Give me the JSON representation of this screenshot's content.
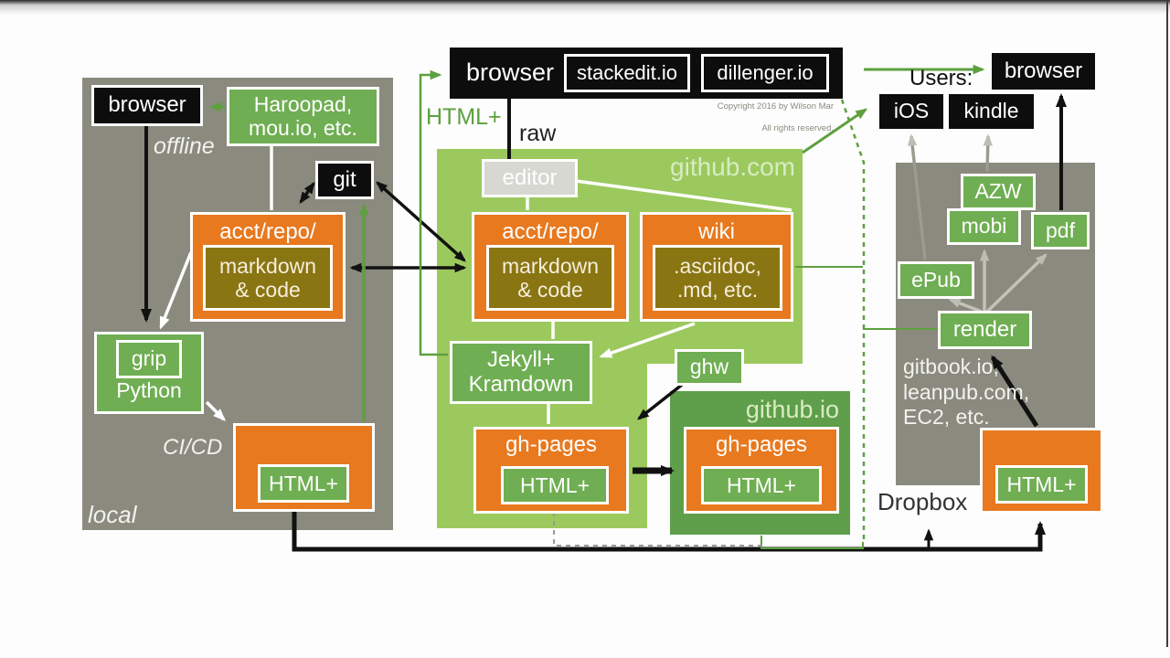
{
  "colors": {
    "orange": "#e8791f",
    "olive": "#8a7513",
    "panel_light_green": "#9cc95e",
    "panel_dark_green": "#5f9e4a",
    "green_box": "#6fae52",
    "panel_gray": "#8b8a7f",
    "black_box": "#0d0d0d",
    "arrow_green": "#5da03f",
    "arrow_gray": "#9b9b91"
  },
  "local": {
    "panel_label": "local",
    "offline_label": "offline",
    "cicd_label": "CI/CD",
    "browser_label": "browser",
    "haroopad_label": "Haroopad,\nmou.io, etc.",
    "git_label": "git",
    "acct_repo_label": "acct/repo/",
    "markdown_label": "markdown\n& code",
    "grip_label": "grip",
    "python_label": "Python",
    "html_label": "HTML+"
  },
  "top_bar": {
    "browser_label": "browser",
    "stackedit_label": "stackedit.io",
    "dillenger_label": "dillenger.io",
    "copyright_line1": "Copyright 2016 by Wilson Mar",
    "copyright_line2": "All rights reserved.",
    "html_label": "HTML+",
    "raw_label": "raw"
  },
  "github_com": {
    "panel_label": "github.com",
    "editor_label": "editor",
    "acct_repo_label": "acct/repo/",
    "markdown_label": "markdown\n& code",
    "wiki_label": "wiki",
    "wiki_files_label": ".asciidoc,\n.md, etc.",
    "jekyll_label": "Jekyll+\nKramdown",
    "ghw_label": "ghw",
    "ghpages_label": "gh-pages",
    "html_label": "HTML+"
  },
  "github_io": {
    "panel_label": "github.io",
    "ghpages_label": "gh-pages",
    "html_label": "HTML+"
  },
  "users": {
    "label": "Users:",
    "ios_label": "iOS",
    "kindle_label": "kindle",
    "browser_label": "browser"
  },
  "publish": {
    "azw_label": "AZW",
    "mobi_label": "mobi",
    "pdf_label": "pdf",
    "epub_label": "ePub",
    "render_label": "render",
    "services_label": "gitbook.io,\nleanpub.com,\nEC2, etc.",
    "dropbox_label": "Dropbox",
    "html_label": "HTML+"
  }
}
